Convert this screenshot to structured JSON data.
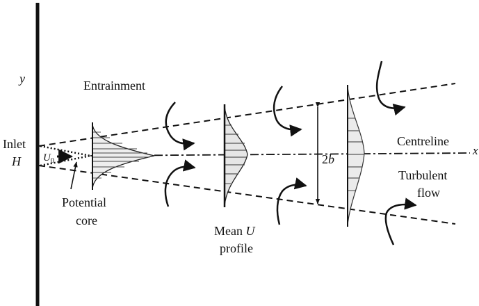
{
  "labels": {
    "y_axis": "y",
    "x_axis": "x",
    "entrainment": "Entrainment",
    "inlet": "Inlet",
    "inlet_height": "H",
    "inlet_velocity_base": "U",
    "inlet_velocity_sub": "0",
    "potential_core_line1": "Potential",
    "potential_core_line2": "core",
    "mean_profile_line1_text": "Mean ",
    "mean_profile_line1_var": "U",
    "mean_profile_line2": "profile",
    "jet_width_coef": "2",
    "jet_width_var": "b",
    "centreline": "Centreline",
    "turbulent_line1": "Turbulent",
    "turbulent_line2": "flow"
  },
  "colors": {
    "ink": "#111111",
    "profile_fill": "#e6e6e6"
  }
}
